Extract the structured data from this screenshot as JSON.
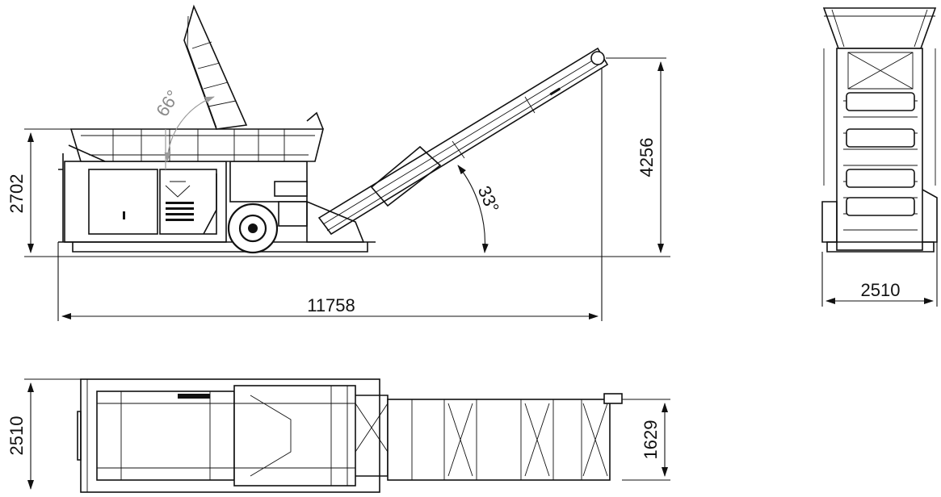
{
  "dimensions": {
    "side_height": "2702",
    "side_length": "11758",
    "conveyor_height": "4256",
    "front_width": "2510",
    "top_width": "2510",
    "conveyor_width": "1629"
  },
  "angles": {
    "hopper": "66°",
    "conveyor": "33°"
  },
  "colors": {
    "line": "#111111",
    "angle_gray": "#8a8a8a",
    "background": "#ffffff"
  }
}
